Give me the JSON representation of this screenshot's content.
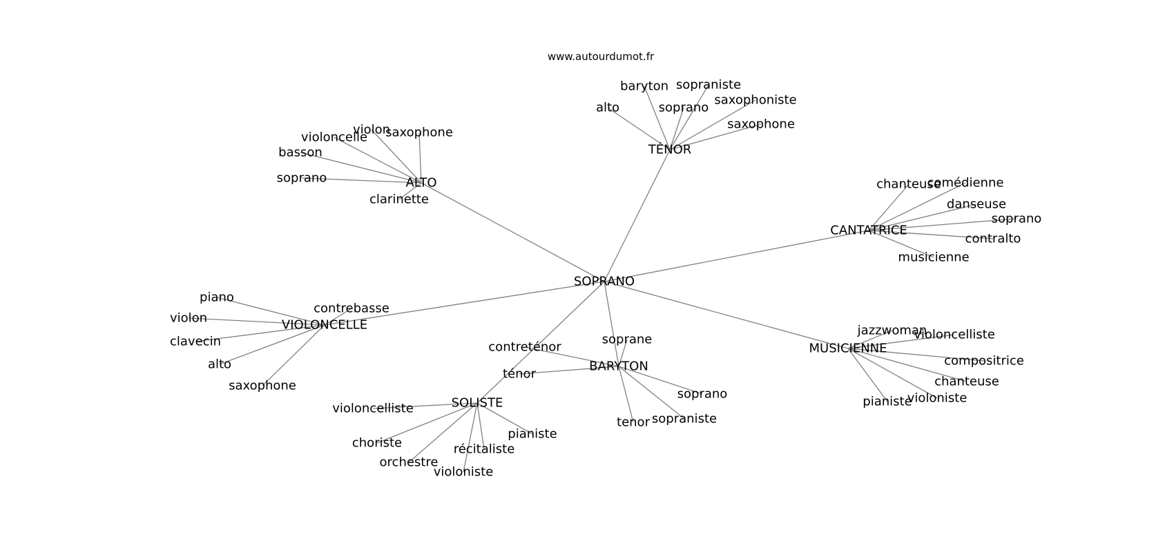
{
  "source": "www.autourdumot.fr",
  "graph": {
    "root": "SOPRANO",
    "hubs": [
      {
        "id": "alto",
        "label": "ALTO",
        "leaves": [
          "violon",
          "saxophone",
          "violoncelle",
          "basson",
          "soprano",
          "clarinette"
        ]
      },
      {
        "id": "tenor",
        "label": "TÉNOR",
        "leaves": [
          "baryton",
          "sopraniste",
          "alto",
          "soprano",
          "saxophoniste",
          "saxophone"
        ]
      },
      {
        "id": "cantatrice",
        "label": "CANTATRICE",
        "leaves": [
          "chanteuse",
          "comédienne",
          "danseuse",
          "soprano",
          "contralto",
          "musicienne"
        ]
      },
      {
        "id": "violoncelle",
        "label": "VIOLONCELLE",
        "leaves": [
          "piano",
          "contrebasse",
          "violon",
          "clavecin",
          "alto",
          "saxophone"
        ]
      },
      {
        "id": "musicienne",
        "label": "MUSICIENNE",
        "leaves": [
          "jazzwoman",
          "violoncelliste",
          "compositrice",
          "chanteuse",
          "violoniste",
          "pianiste"
        ]
      },
      {
        "id": "baryton",
        "label": "BARYTON",
        "leaves": [
          "soprane",
          "contreténor",
          "ténor",
          "soprano",
          "sopraniste",
          "tenor"
        ]
      },
      {
        "id": "soliste",
        "label": "SOLISTE",
        "leaves": [
          "violoncelliste",
          "pianiste",
          "choriste",
          "récitaliste",
          "orchestre",
          "violoniste"
        ]
      }
    ]
  }
}
